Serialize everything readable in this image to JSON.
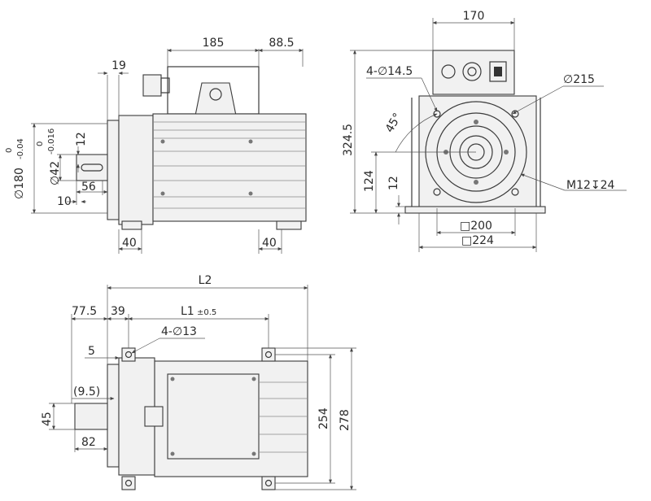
{
  "dims_side": {
    "d185": "185",
    "d88_5": "88.5",
    "d19": "19",
    "d12": "12",
    "d10": "10",
    "d56": "56",
    "d40a": "40",
    "d40b": "40",
    "phi180": "∅180",
    "tol180_up": "0",
    "tol180_lo": "-0.04",
    "phi42": "∅42",
    "tol42_up": "0",
    "tol42_lo": "-0.016"
  },
  "dims_front": {
    "d170": "170",
    "holes": "4-∅14.5",
    "phi215": "∅215",
    "angle": "45°",
    "h324_5": "324.5",
    "h124": "124",
    "h12": "12",
    "thread": "M12↧24",
    "sq200": "□200",
    "sq224": "□224"
  },
  "dims_top": {
    "L2": "L2",
    "L1": "L1",
    "L1_tol": "±0.5",
    "d77_5": "77.5",
    "d39": "39",
    "holes": "4-∅13",
    "d5": "5",
    "d9_5": "(9.5)",
    "d45": "45",
    "d82": "82",
    "d254": "254",
    "d278": "278"
  }
}
